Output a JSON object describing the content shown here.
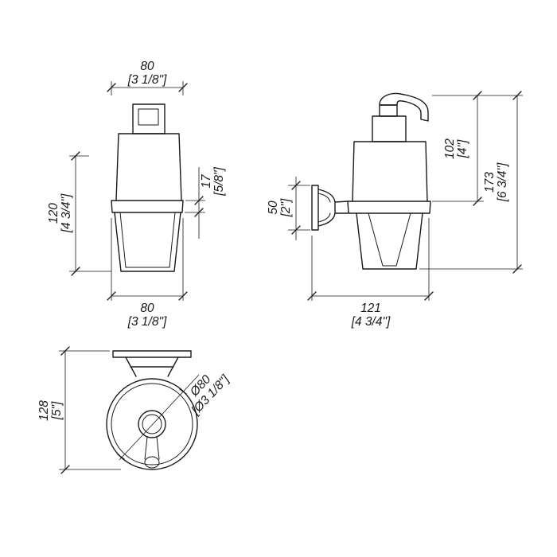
{
  "colors": {
    "line": "#1a1a1a",
    "background": "#ffffff"
  },
  "views": {
    "front": {
      "dim_width_top": {
        "mm": "80",
        "inch": "[3 1/8\"]"
      },
      "dim_height": {
        "mm": "120",
        "inch": "[4 3/4\"]"
      },
      "dim_collar": {
        "mm": "17",
        "inch": "[5/8\"]"
      },
      "dim_width_bottom": {
        "mm": "80",
        "inch": "[3 1/8\"]"
      }
    },
    "side": {
      "dim_bracket": {
        "mm": "50",
        "inch": "[2\"]"
      },
      "dim_pump_height": {
        "mm": "102",
        "inch": "[4\"]"
      },
      "dim_total_height": {
        "mm": "173",
        "inch": "[6 3/4\"]"
      },
      "dim_depth": {
        "mm": "121",
        "inch": "[4 3/4\"]"
      }
    },
    "top": {
      "dim_height": {
        "mm": "128",
        "inch": "[5\"]"
      },
      "dim_diameter": {
        "mm": "Ø80",
        "inch": "[Ø3 1/8\"]"
      }
    }
  }
}
